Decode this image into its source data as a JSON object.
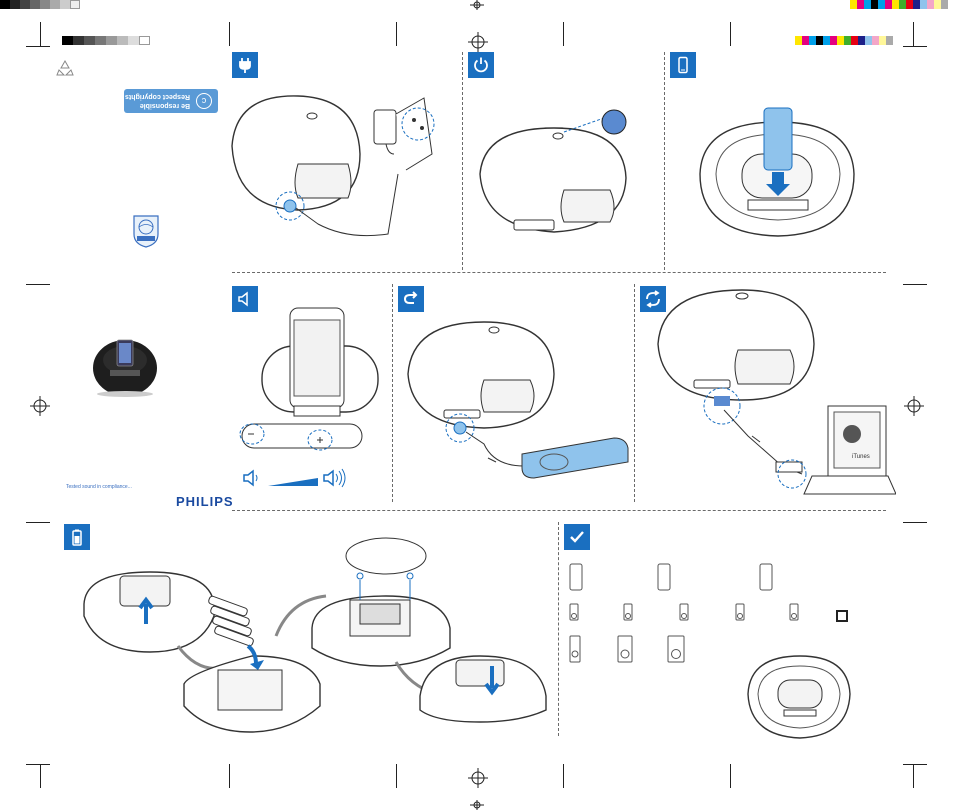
{
  "document": {
    "copyright_badge": {
      "line1": "Be responsible",
      "line2": "Respect copyrights"
    },
    "brand": "PHILIPS",
    "tagline": "Tested sound in compliance...",
    "itunes_label": "iTunes"
  },
  "panels": [
    {
      "id": "power-adapter",
      "icon": "plug-icon"
    },
    {
      "id": "power-on",
      "icon": "power-icon"
    },
    {
      "id": "dock-phone",
      "icon": "phone-icon"
    },
    {
      "id": "volume",
      "icon": "speaker-icon"
    },
    {
      "id": "aux-in",
      "icon": "aux-input-icon"
    },
    {
      "id": "usb-sync",
      "icon": "sync-icon"
    },
    {
      "id": "batteries",
      "icon": "battery-icon"
    },
    {
      "id": "compatibility",
      "icon": "checkmark-icon"
    }
  ],
  "colors": {
    "accent": "#1a6fc0",
    "light_blue": "#8fc3ec",
    "outline": "#333333",
    "cmyk_bar": [
      "#ffe600",
      "#e4007f",
      "#00a0e9",
      "#000000",
      "#00a0e9",
      "#e4007f",
      "#ffe600",
      "#3fae2a",
      "#e60012",
      "#1d2088",
      "#8fc3ec",
      "#f3a6c8",
      "#fff799",
      "#aaaaaa"
    ]
  }
}
